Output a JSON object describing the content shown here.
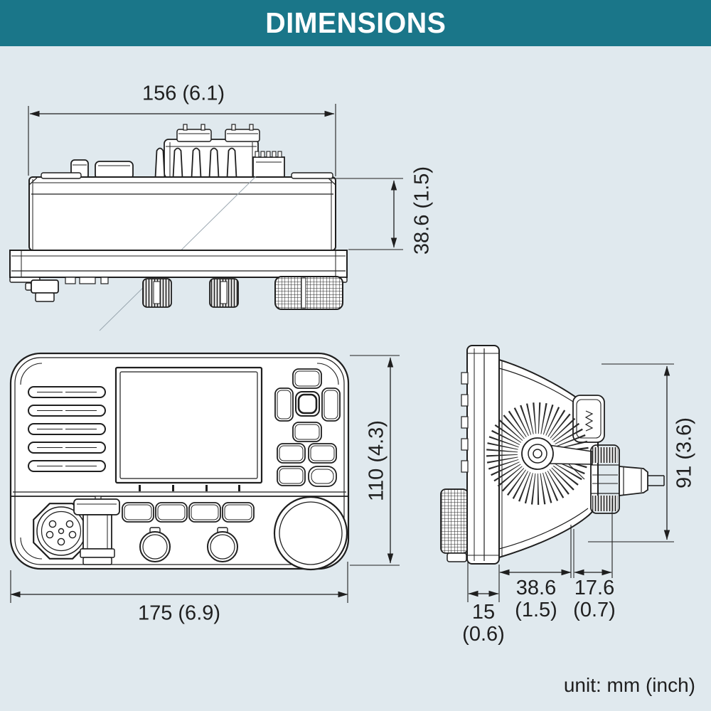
{
  "header": {
    "title": "DIMENSIONS"
  },
  "colors": {
    "header_bg": "#1a7689",
    "header_text": "#ffffff",
    "page_bg": "#e0e9ee",
    "line": "#1f1f1f"
  },
  "unit_note": "unit: mm (inch)",
  "dimensions": {
    "top_view": {
      "width": "156 (6.1)",
      "height": "38.6 (1.5)"
    },
    "front_view": {
      "height": "110 (4.3)",
      "width": "175 (6.9)"
    },
    "side_view": {
      "height": "91 (3.6)",
      "body_depth_mm": "38.6",
      "body_depth_inch": "(1.5)",
      "knob_depth_mm": "17.6",
      "knob_depth_inch": "(0.7)",
      "panel_depth_mm": "15",
      "panel_depth_inch": "(0.6)"
    }
  }
}
